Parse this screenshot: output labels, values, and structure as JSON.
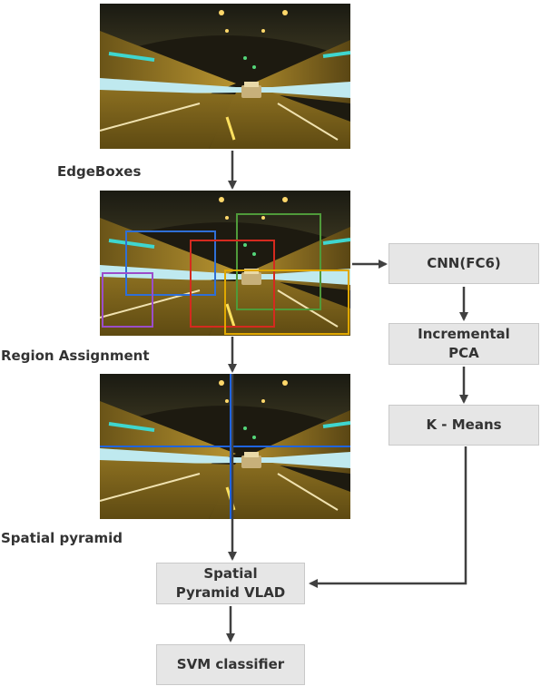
{
  "labels": {
    "edgeboxes": "EdgeBoxes",
    "region_assignment": "Region Assignment",
    "spatial_pyramid": "Spatial pyramid"
  },
  "boxes": {
    "cnn": "CNN(FC6)",
    "pca": "Incremental\nPCA",
    "kmeans": "K - Means",
    "vlad": "Spatial\nPyramid VLAD",
    "svm": "SVM classifier"
  },
  "colors": {
    "arrow": "#404040",
    "box_fill": "#e6e6e6",
    "region_blue": "#2f6fd6",
    "region_green": "#4f9a3a",
    "region_red": "#d52a1f",
    "region_purple": "#9b4dca",
    "region_yellow": "#e0a800",
    "pyramid_line": "#1f64e0"
  },
  "icons": [
    "tunnel-photo"
  ]
}
